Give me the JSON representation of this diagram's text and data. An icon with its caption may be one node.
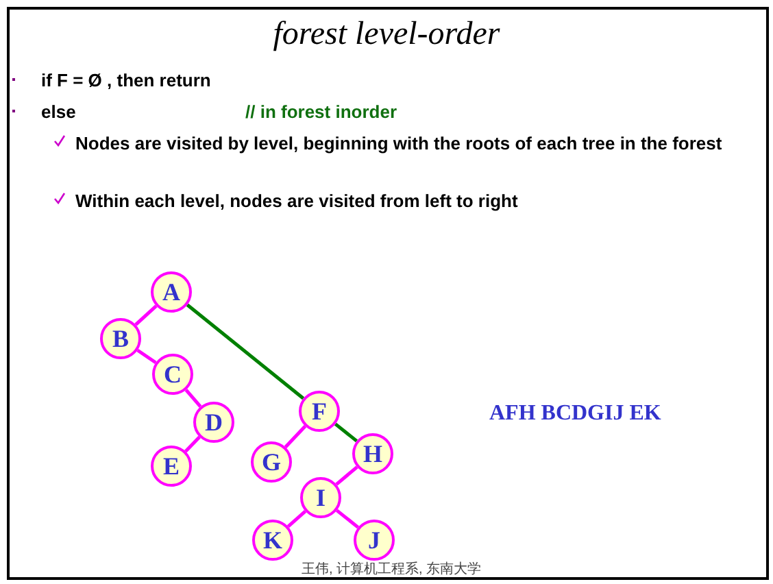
{
  "diagram": {
    "title": "forest level-order",
    "nodes": [
      {
        "text": [
          "A"
        ]
      },
      {
        "text": [
          "B"
        ]
      },
      {
        "text": [
          "C"
        ]
      },
      {
        "text": [
          "D"
        ]
      },
      {
        "text": [
          "E"
        ]
      },
      {
        "text": [
          "F"
        ]
      },
      {
        "text": [
          "G"
        ]
      },
      {
        "text": [
          "H"
        ]
      },
      {
        "text": [
          "I"
        ]
      },
      {
        "text": [
          "K"
        ]
      },
      {
        "text": [
          "J"
        ]
      }
    ],
    "edges": [
      {
        "from": 0,
        "to": 1,
        "arrow": "none"
      },
      {
        "from": 1,
        "to": 2,
        "arrow": "none"
      },
      {
        "from": 2,
        "to": 3,
        "arrow": "none"
      },
      {
        "from": 3,
        "to": 4,
        "arrow": "none"
      },
      {
        "from": 0,
        "to": 5,
        "arrow": "none",
        "color": "#008000"
      },
      {
        "from": 5,
        "to": 6,
        "arrow": "none"
      },
      {
        "from": 5,
        "to": 7,
        "arrow": "none",
        "color": "#008000"
      },
      {
        "from": 7,
        "to": 8,
        "arrow": "none"
      },
      {
        "from": 8,
        "to": 9,
        "arrow": "none"
      },
      {
        "from": 8,
        "to": 10,
        "arrow": "none"
      }
    ],
    "labels": [
      "if F = Ø , then return",
      "else",
      "// in forest inorder",
      "Nodes are visited by level, beginning with the roots of each tree in the forest",
      "Within each level, nodes are visited from left to right",
      "AFH BCDGIJ EK",
      "王伟, 计算机工程系, 东南大学"
    ]
  }
}
